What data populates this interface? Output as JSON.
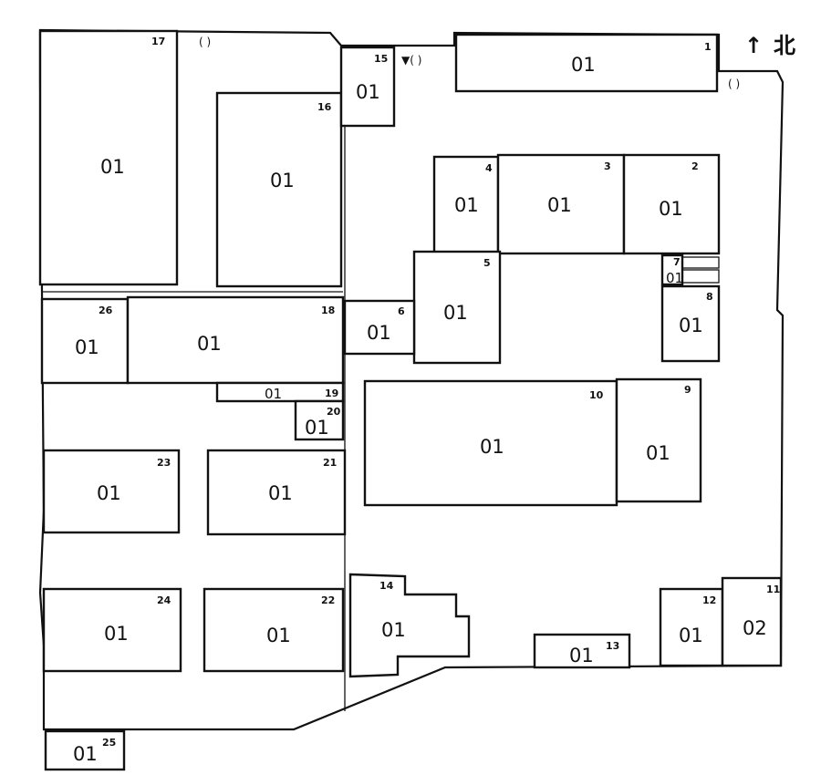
{
  "north": {
    "glyph": "↑",
    "label": "北"
  },
  "annotations": {
    "gate_top": "(  )",
    "gate_top_right": "(  )",
    "gate_15": "▼(  )"
  },
  "buildings": [
    {
      "id": "1",
      "code": "01"
    },
    {
      "id": "2",
      "code": "01"
    },
    {
      "id": "3",
      "code": "01"
    },
    {
      "id": "4",
      "code": "01"
    },
    {
      "id": "5",
      "code": "01"
    },
    {
      "id": "6",
      "code": "01"
    },
    {
      "id": "7",
      "code": "01"
    },
    {
      "id": "8",
      "code": "01"
    },
    {
      "id": "9",
      "code": "01"
    },
    {
      "id": "10",
      "code": "01"
    },
    {
      "id": "11",
      "code": "02"
    },
    {
      "id": "12",
      "code": "01"
    },
    {
      "id": "13",
      "code": "01"
    },
    {
      "id": "14",
      "code": "01"
    },
    {
      "id": "15",
      "code": "01"
    },
    {
      "id": "16",
      "code": "01"
    },
    {
      "id": "17",
      "code": "01"
    },
    {
      "id": "18",
      "code": "01"
    },
    {
      "id": "19",
      "code": "01"
    },
    {
      "id": "20",
      "code": "01"
    },
    {
      "id": "21",
      "code": "01"
    },
    {
      "id": "22",
      "code": "01"
    },
    {
      "id": "23",
      "code": "01"
    },
    {
      "id": "24",
      "code": "01"
    },
    {
      "id": "25",
      "code": "01"
    },
    {
      "id": "26",
      "code": "01"
    }
  ]
}
